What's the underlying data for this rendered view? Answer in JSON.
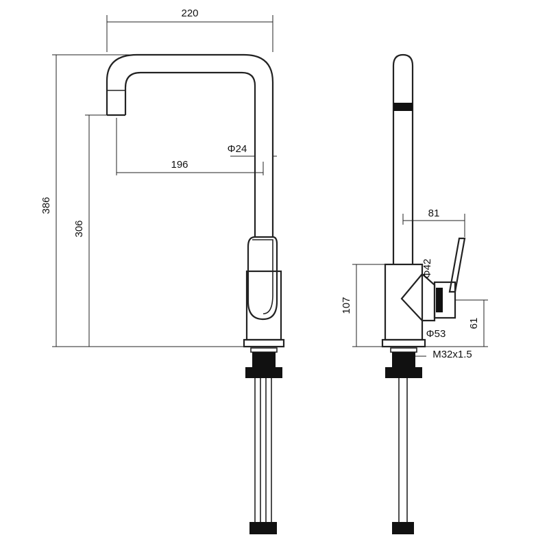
{
  "dimensions": {
    "overall_width": "220",
    "overall_height": "386",
    "spout_height": "306",
    "spout_reach": "196",
    "spout_diameter": "Φ24",
    "lever_reach": "81",
    "body_diameter_top": "Φ42",
    "body_height": "107",
    "lever_height": "61",
    "base_diameter": "Φ53",
    "thread": "M32x1.5"
  }
}
